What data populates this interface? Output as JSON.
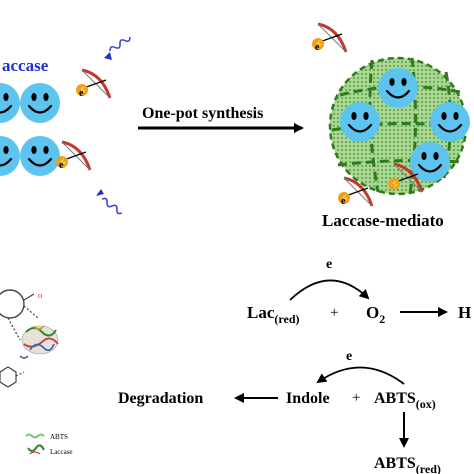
{
  "top": {
    "left_label": "accase",
    "process_label": "One-pot synthesis",
    "right_label": "Laccase-mediato"
  },
  "electron": {
    "symbol": "e",
    "charge": "-"
  },
  "reaction1": {
    "catalyst": "e",
    "reactant1": "Lac",
    "reactant1_sub": "(red)",
    "plus": "+",
    "reactant2": "O",
    "reactant2_sub": "2",
    "product": "H"
  },
  "reaction2": {
    "catalyst": "e",
    "product_left": "Degradation",
    "reactant1": "Indole",
    "plus": "+",
    "reactant2": "ABTS",
    "reactant2_sub": "(ox)",
    "product_down": "ABTS",
    "product_down_sub": "(red)"
  },
  "legend": [
    {
      "label": "ABTS",
      "color": "#79c27a"
    },
    {
      "label": "Laccase",
      "color": "#3b8a3b"
    }
  ],
  "colors": {
    "enzyme_face": "#5cc4ee",
    "framework": "#2f7a1e",
    "shell_fill": "#8fcb7a",
    "left_label": "#1f2fd6",
    "wave": "#3b47d8"
  }
}
